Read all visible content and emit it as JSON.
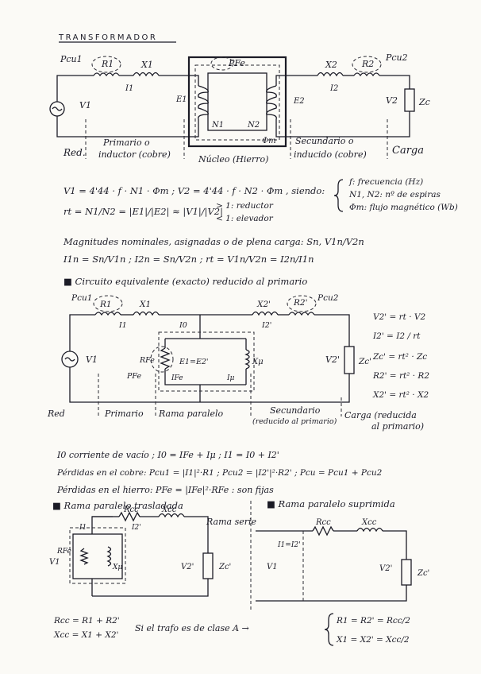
{
  "page": {
    "title": "TRANSFORMADOR"
  },
  "fig1": {
    "p_cu1": "Pcu1",
    "r1": "R1",
    "x1": "X1",
    "p_fe": "PFe",
    "x2": "X2",
    "r2": "R2",
    "p_cu2": "Pcu2",
    "v1": "V1",
    "i1": "I1",
    "e1": "E1",
    "e2": "E2",
    "i2": "I2",
    "v2": "V2",
    "zc": "Zc",
    "n1": "N1",
    "n2": "N2",
    "phi_m": "Φm",
    "red": "Red.",
    "primario_1": "Primario o",
    "primario_2": "inductor (cobre)",
    "nucleo": "Núcleo (Hierro)",
    "secundario_1": "Secundario o",
    "secundario_2": "inducido (cobre)",
    "carga": "Carga"
  },
  "formulas": {
    "f1": "V1 = 4'44 · f · N1 · Φm  ;  V2 = 4'44 · f · N2 · Φm  ,  siendo:",
    "where_f": "f: frecuencia (Hz)",
    "where_n": "N1, N2: nº de espiras",
    "where_phi": "Φm: flujo magnético (Wb)",
    "rt": "rt = N1/N2 = |E1|/|E2| ≈ |V1|/|V2|",
    "rt_gt": "> 1: reductor",
    "rt_lt": "< 1: elevador",
    "nominal": "Magnitudes nominales, asignadas o de plena carga: Sn, V1n/V2n",
    "nominal_eq": "I1n = Sn/V1n  ;  I2n = Sn/V2n  ;  rt = V1n/V2n = I2n/I1n"
  },
  "fig2": {
    "heading": "■ Circuito equivalente (exacto) reducido al primario",
    "p_cu1": "Pcu1",
    "r1": "R1",
    "x1": "X1",
    "x2p": "X2'",
    "r2p": "R2'",
    "p_cu2": "Pcu2",
    "v1": "V1",
    "i1": "I1",
    "i0": "I0",
    "rfe": "RFe",
    "pfe": "PFe",
    "e": "E1=E2'",
    "ife": "IFe",
    "imu": "Iμ",
    "xmu": "Xμ",
    "i2p": "I2'",
    "v2p": "V2'",
    "zcp": "Zc'",
    "red": "Red",
    "primario": "Primario",
    "rama": "Rama paralelo",
    "sec_1": "Secundario",
    "sec_2": "(reducido al primario)",
    "carga_1": "Carga (reducida",
    "carga_2": "al primario)",
    "eq1": "V2' = rt · V2",
    "eq2": "I2' = I2 / rt",
    "eq3": "Zc' = rt² · Zc",
    "eq4": "R2' = rt² · R2",
    "eq5": "X2' = rt² · X2"
  },
  "notes": {
    "n1": "I0 corriente de vacío ;  I0 = IFe + Iμ ;  I1 = I0 + I2'",
    "n2": "Pérdidas en el cobre: Pcu1 = |I1|²·R1 ;  Pcu2 = |I2'|²·R2' ;  Pcu = Pcu1 + Pcu2",
    "n3": "Pérdidas en el hierro: PFe = |IFe|²·RFe : son fijas"
  },
  "fig3": {
    "heading": "■ Rama paralelo trasladada",
    "rcc": "Rcc",
    "xcc": "Xcc",
    "rama_serie": "Rama serie",
    "v1": "V1",
    "i1": "I1",
    "i2p": "I2'",
    "rfe": "RFe",
    "xmu": "Xμ",
    "v2p": "V2'",
    "zcp": "Zc'"
  },
  "fig4": {
    "heading": "■ Rama paralelo suprimida",
    "rcc": "Rcc",
    "xcc": "Xcc",
    "i": "I1=I2'",
    "v1": "V1",
    "v2p": "V2'",
    "zcp": "Zc'"
  },
  "bottom": {
    "rcc_eq": "Rcc = R1 + R2'",
    "xcc_eq": "Xcc = X1 + X2'",
    "clase": "Si el trafo es de clase A →",
    "r_half": "R1 = R2' = Rcc/2",
    "x_half": "X1 = X2' = Xcc/2"
  }
}
